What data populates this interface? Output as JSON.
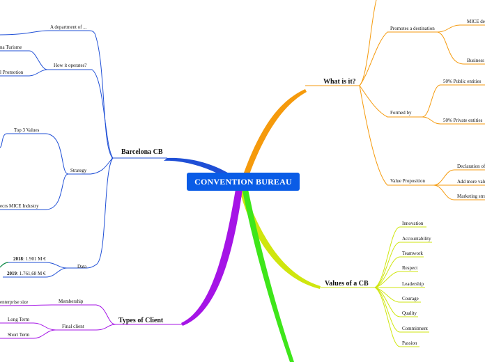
{
  "central": "CONVENTION BUREAU",
  "colors": {
    "central_bg": "#0a5ce6",
    "barcelona": "#1f4fd6",
    "what": "#f59a0c",
    "values": "#cfe60e",
    "types": "#a514e6",
    "green": "#3ee61a"
  },
  "barcelona": {
    "title": "Barcelona CB",
    "department": "A department of ...",
    "how_operates": "How it operates?",
    "how_items": [
      "na Turisme",
      "l Promotion"
    ],
    "strategy": "Strategy",
    "top_values": "Top 3 Values",
    "strategy_item": "ecrs MICE Industry",
    "data": "Data",
    "year_2018": "2018",
    "value_2018": ": 1.901 M €",
    "year_2019": "2019",
    "value_2019": ": 1.761,68 M €"
  },
  "what": {
    "title": "What is it?",
    "promotes": "Promotes a destination",
    "mice": "MICE de",
    "business": "Business",
    "formed_by": "Formed by",
    "public": "50% Public entities",
    "private": "50% Private entities",
    "value_prop": "Value Proposition",
    "declaration": "Declaration of",
    "add_value": "Add more valu",
    "marketing": "Marketing stra"
  },
  "values_cb": {
    "title": "Values of a CB",
    "items": [
      "Innovation",
      "Accountability",
      "Teamwork",
      "Respect",
      "Leadership",
      "Courage",
      "Quality",
      "Commitment",
      "Passion"
    ]
  },
  "types": {
    "title": "Types of Client",
    "membership": "Membership",
    "enterprise": "enterprise size",
    "final_client": "Final client",
    "long_term": "Long Term",
    "short_term": "Short Term"
  }
}
